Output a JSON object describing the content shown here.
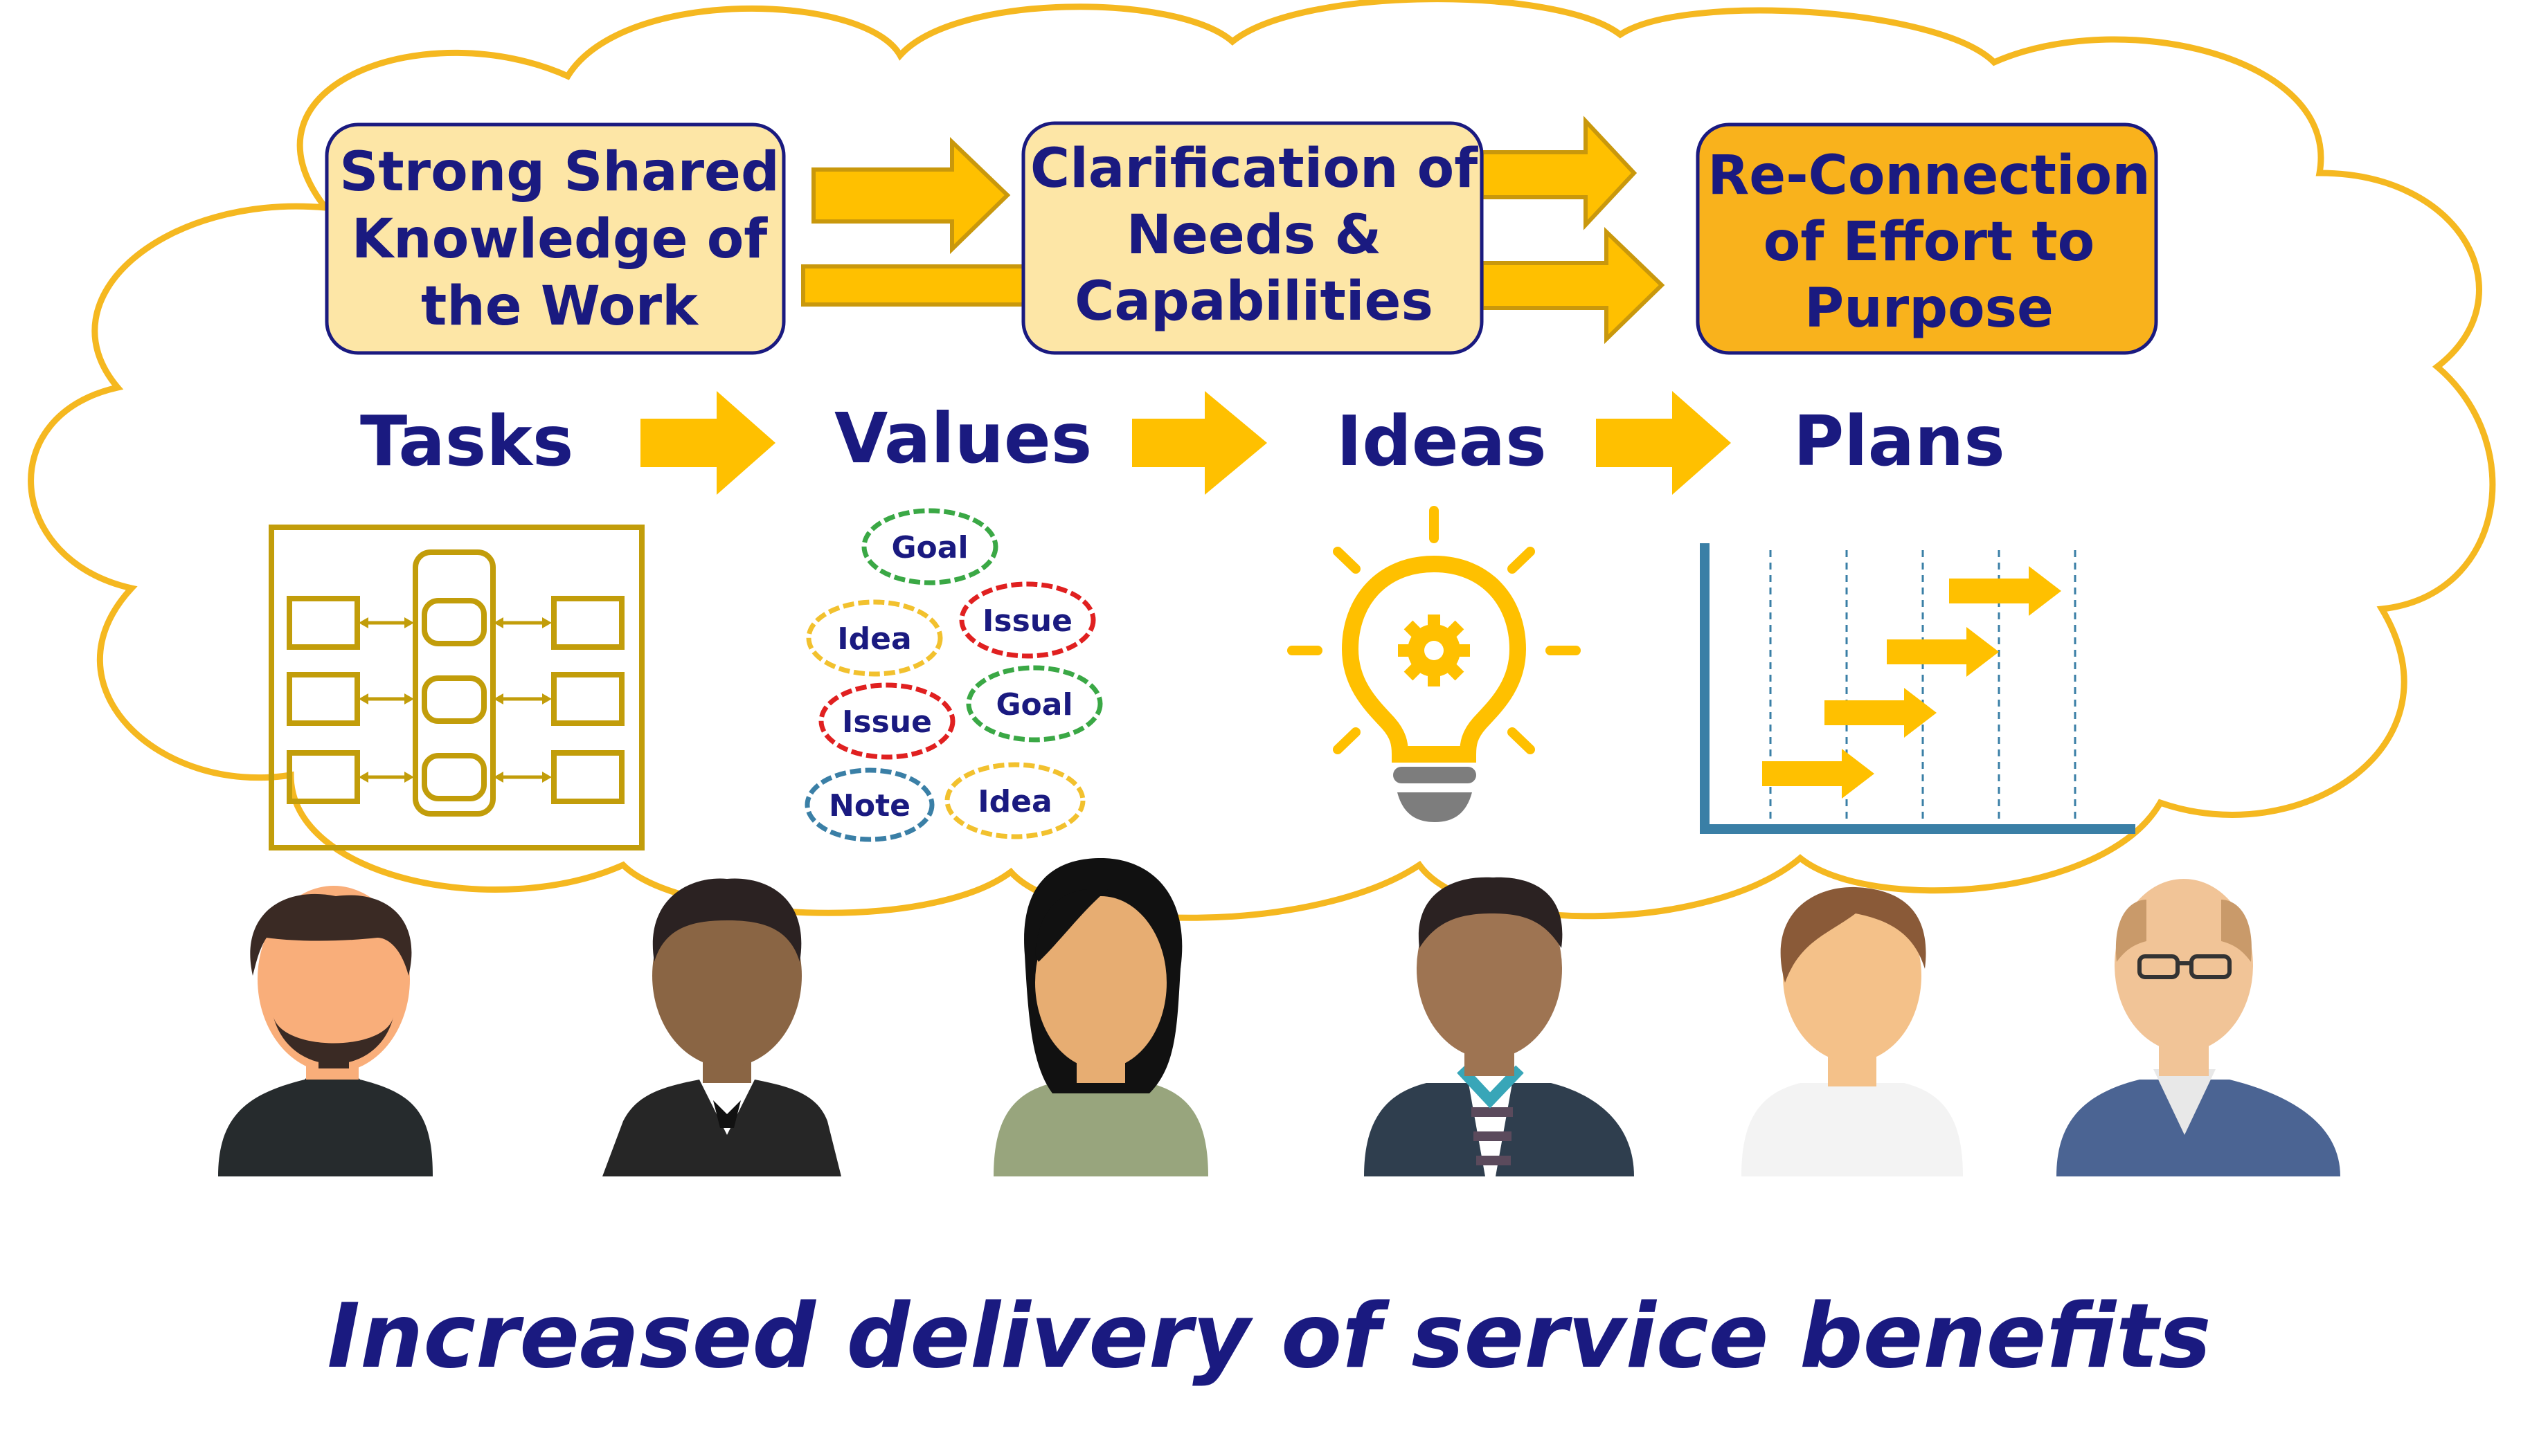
{
  "colors": {
    "navy_text": "#1a1a80",
    "cloud_outline": "#f5b820",
    "arrow_fill": "#ffc000",
    "arrow_stroke": "#c9980c",
    "box_light": "#fde6a6",
    "box_strong": "#f9b21c",
    "box_border": "#1a1a80",
    "tasks_icon": "#c29d0a",
    "chart_axis": "#3a7fa6"
  },
  "outcome_boxes": [
    {
      "lines": [
        "Strong Shared",
        "Knowledge of",
        "the Work"
      ]
    },
    {
      "lines": [
        "Clarification of",
        "Needs &",
        "Capabilities"
      ]
    },
    {
      "lines": [
        "Re-Connection",
        "of Effort to",
        "Purpose"
      ]
    }
  ],
  "stages": [
    {
      "label": "Tasks",
      "icon": "task-flow-diagram-icon"
    },
    {
      "label": "Values",
      "icon": "sticky-note-cloud-icon"
    },
    {
      "label": "Ideas",
      "icon": "lightbulb-gear-icon"
    },
    {
      "label": "Plans",
      "icon": "gantt-plan-icon"
    }
  ],
  "value_notes": [
    {
      "text": "Goal",
      "color": "#3aa845"
    },
    {
      "text": "Idea",
      "color": "#f2c12e"
    },
    {
      "text": "Issue",
      "color": "#e02020"
    },
    {
      "text": "Issue",
      "color": "#e02020"
    },
    {
      "text": "Goal",
      "color": "#3aa845"
    },
    {
      "text": "Note",
      "color": "#3a7fa6"
    },
    {
      "text": "Idea",
      "color": "#f2c12e"
    }
  ],
  "people": [
    {
      "name": "man-with-beard",
      "skin": "#f9ae7a",
      "hair": "#3a2a24",
      "top": "#262b2d"
    },
    {
      "name": "man-in-suit",
      "skin": "#8a6544",
      "hair": "#2b2222",
      "top": "#262626"
    },
    {
      "name": "woman-long-hair",
      "skin": "#e7ad72",
      "hair": "#111111",
      "top": "#98a57d"
    },
    {
      "name": "man-in-jacket",
      "skin": "#9e7452",
      "hair": "#2b2222",
      "top": "#2f3e4e"
    },
    {
      "name": "woman-short-hair",
      "skin": "#f4c189",
      "hair": "#8a5a38",
      "top": "#f3f3f3"
    },
    {
      "name": "older-man-glasses",
      "skin": "#f1c497",
      "hair": "#c99a6a",
      "top": "#4b6493"
    }
  ],
  "tagline": "Increased delivery of service benefits"
}
